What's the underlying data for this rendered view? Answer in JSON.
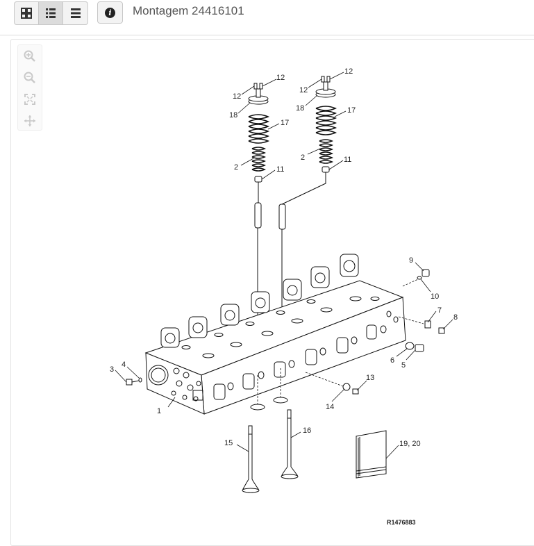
{
  "toolbar": {
    "view_buttons": [
      {
        "icon": "grid-view-icon"
      },
      {
        "icon": "list-view-icon",
        "active": true
      },
      {
        "icon": "compact-list-icon"
      }
    ],
    "info_icon": "info-icon",
    "info_glyph": "i"
  },
  "page_title": "Montagem 24416101",
  "zoom_tools": [
    {
      "icon": "zoom-in-icon"
    },
    {
      "icon": "zoom-out-icon"
    },
    {
      "icon": "fit-screen-icon"
    },
    {
      "icon": "pan-icon"
    }
  ],
  "diagram": {
    "callouts": {
      "c1": "1",
      "c2a": "2",
      "c2b": "2",
      "c3": "3",
      "c4": "4",
      "c5": "5",
      "c6": "6",
      "c7": "7",
      "c8": "8",
      "c9": "9",
      "c10": "10",
      "c11a": "11",
      "c11b": "11",
      "c12a": "12",
      "c12b": "12",
      "c12c": "12",
      "c12d": "12",
      "c13": "13",
      "c14": "14",
      "c15": "15",
      "c16": "16",
      "c17a": "17",
      "c17b": "17",
      "c18a": "18",
      "c18b": "18",
      "c1920": "19, 20"
    },
    "reference": "R1476883"
  }
}
